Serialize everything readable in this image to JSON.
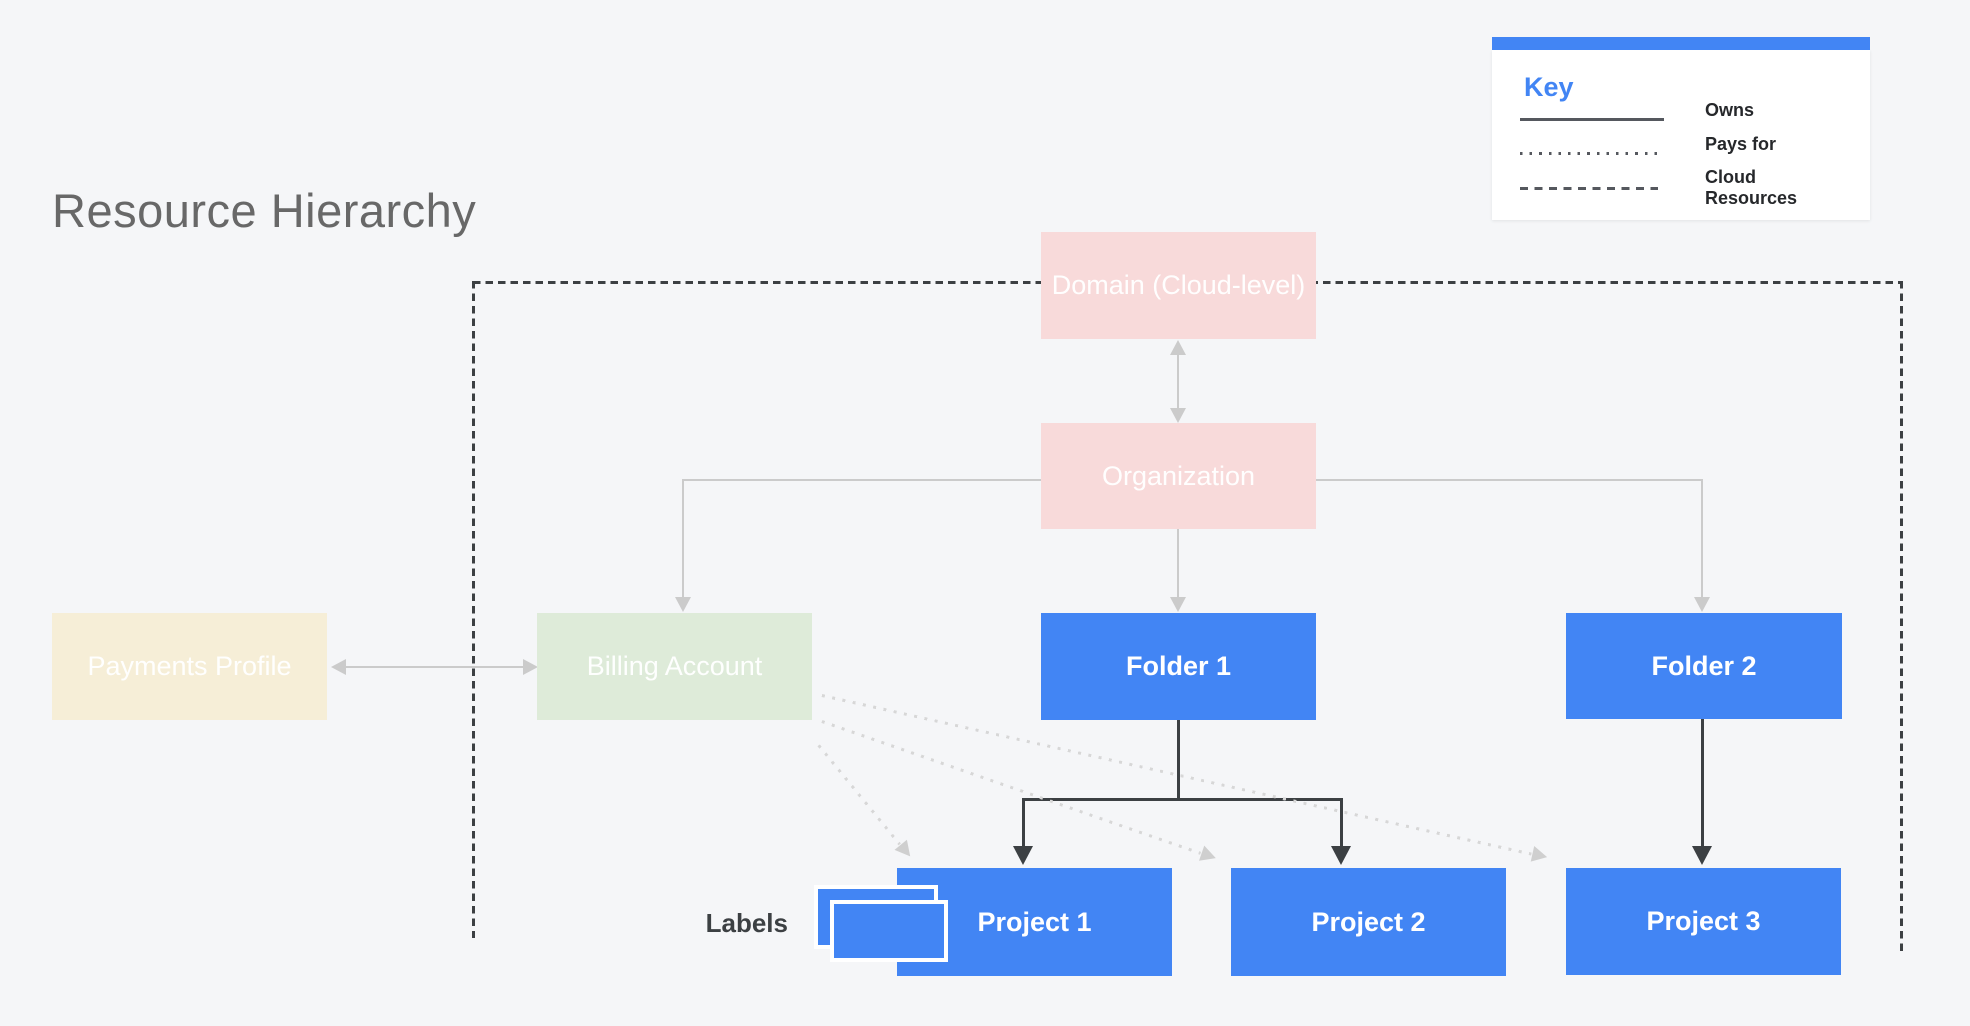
{
  "page": {
    "title": "Resource Hierarchy",
    "background_color": "#f5f6f8"
  },
  "key": {
    "title": "Key",
    "accent_color": "#4285f4",
    "entries": [
      {
        "line_style": "solid",
        "label": "Owns"
      },
      {
        "line_style": "dotted",
        "label": "Pays for"
      },
      {
        "line_style": "dashed",
        "label": "Cloud Resources"
      }
    ]
  },
  "nodes": {
    "domain": {
      "label": "Domain (Cloud-level)",
      "color": "#f8dada"
    },
    "organization": {
      "label": "Organization",
      "color": "#f8dada"
    },
    "payments_profile": {
      "label": "Payments Profile",
      "color": "#f6eed7"
    },
    "billing_account": {
      "label": "Billing Account",
      "color": "#deebd9"
    },
    "folder1": {
      "label": "Folder 1",
      "color": "#4285f4"
    },
    "folder2": {
      "label": "Folder 2",
      "color": "#4285f4"
    },
    "project1": {
      "label": "Project 1",
      "color": "#4285f4"
    },
    "project2": {
      "label": "Project 2",
      "color": "#4285f4"
    },
    "project3": {
      "label": "Project 3",
      "color": "#4285f4"
    }
  },
  "labels_tag": {
    "text": "Labels"
  },
  "connector_colors": {
    "owns": "#cbcbcb",
    "pays_for": "#d7d7d7",
    "cloud_resources_boundary": "#3c4043",
    "folder_to_project": "#3c4043"
  }
}
